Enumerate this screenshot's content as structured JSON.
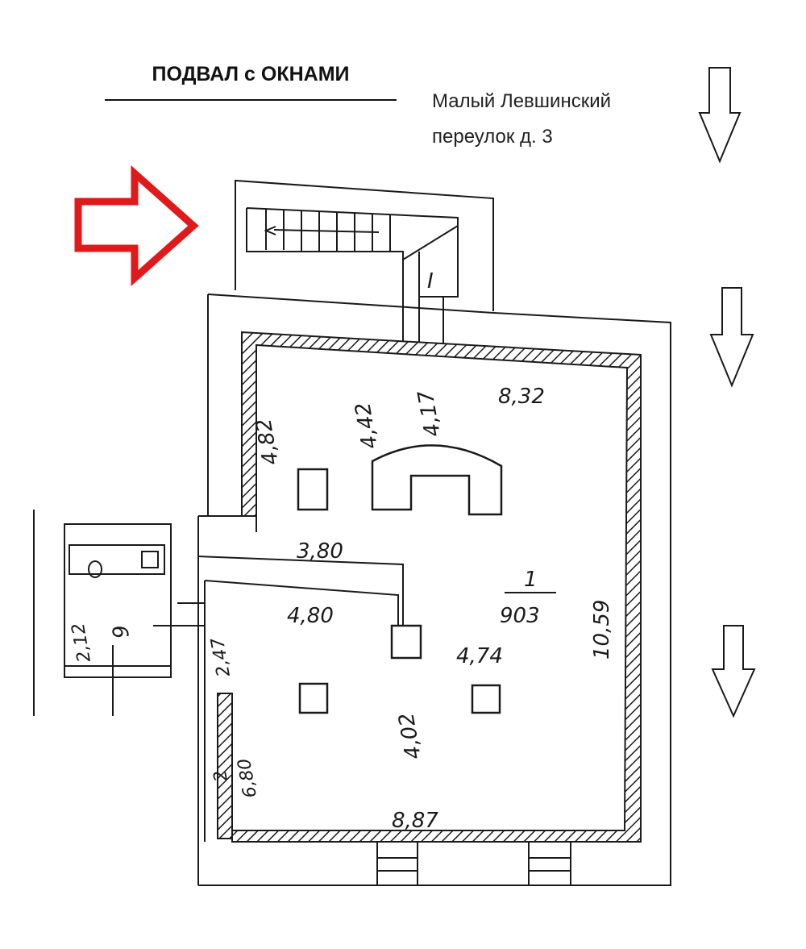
{
  "header": {
    "title": "ПОДВАЛ с ОКНАМИ",
    "address_line1": "Малый Левшинский",
    "address_line2": "переулок д. 3"
  },
  "dimensions": {
    "top_width": "8,32",
    "left_wall": "4,82",
    "inner_a": "4,42",
    "inner_b": "4,17",
    "corridor": "3,80",
    "right_height": "10,59",
    "room_number": "1",
    "room_area": "903",
    "lower_room": "4,80",
    "center_right": "4,74",
    "center_vertical": "4,02",
    "left_strip": "2,47",
    "left_lower": "6,80",
    "small_num": "2",
    "bottom_width": "8,87",
    "wc_number": "9",
    "wc_dim": "2,12",
    "stair_label": "I"
  },
  "icons": {
    "entrance_arrow": "red-right-arrow-icon",
    "direction_arrows": "down-arrow-icon"
  },
  "colors": {
    "entrance_arrow": "#e0191b",
    "lines": "#1a1a1a"
  }
}
